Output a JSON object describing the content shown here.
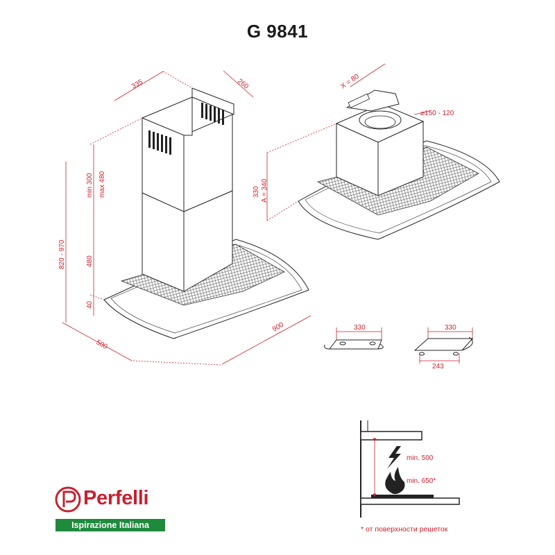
{
  "title": "G 9841",
  "dimensions": {
    "chimney_width": "335",
    "chimney_depth": "260",
    "chimney_height": "min 300",
    "chimney_height_max": "max 480",
    "body_height": "480",
    "glass_height": "40",
    "total_height": "820 - 970",
    "depth": "500",
    "width": "900",
    "x_offset": "X = 80",
    "duct_diameter": "⌀150 - 120",
    "motor_height": "330",
    "a_height": "A = 340",
    "bracket_width_1": "330",
    "bracket_width_2": "330",
    "bracket_holes": "243",
    "min_electric": "min. 500",
    "min_gas": "min. 650*"
  },
  "footnote": "* от поверхности решеток",
  "brand": {
    "name": "Perfelli",
    "tagline": "Ispirazione Italiana",
    "color": "#c8202f",
    "tag_color": "#1e8a3c"
  },
  "accent_color": "#d21f2b"
}
